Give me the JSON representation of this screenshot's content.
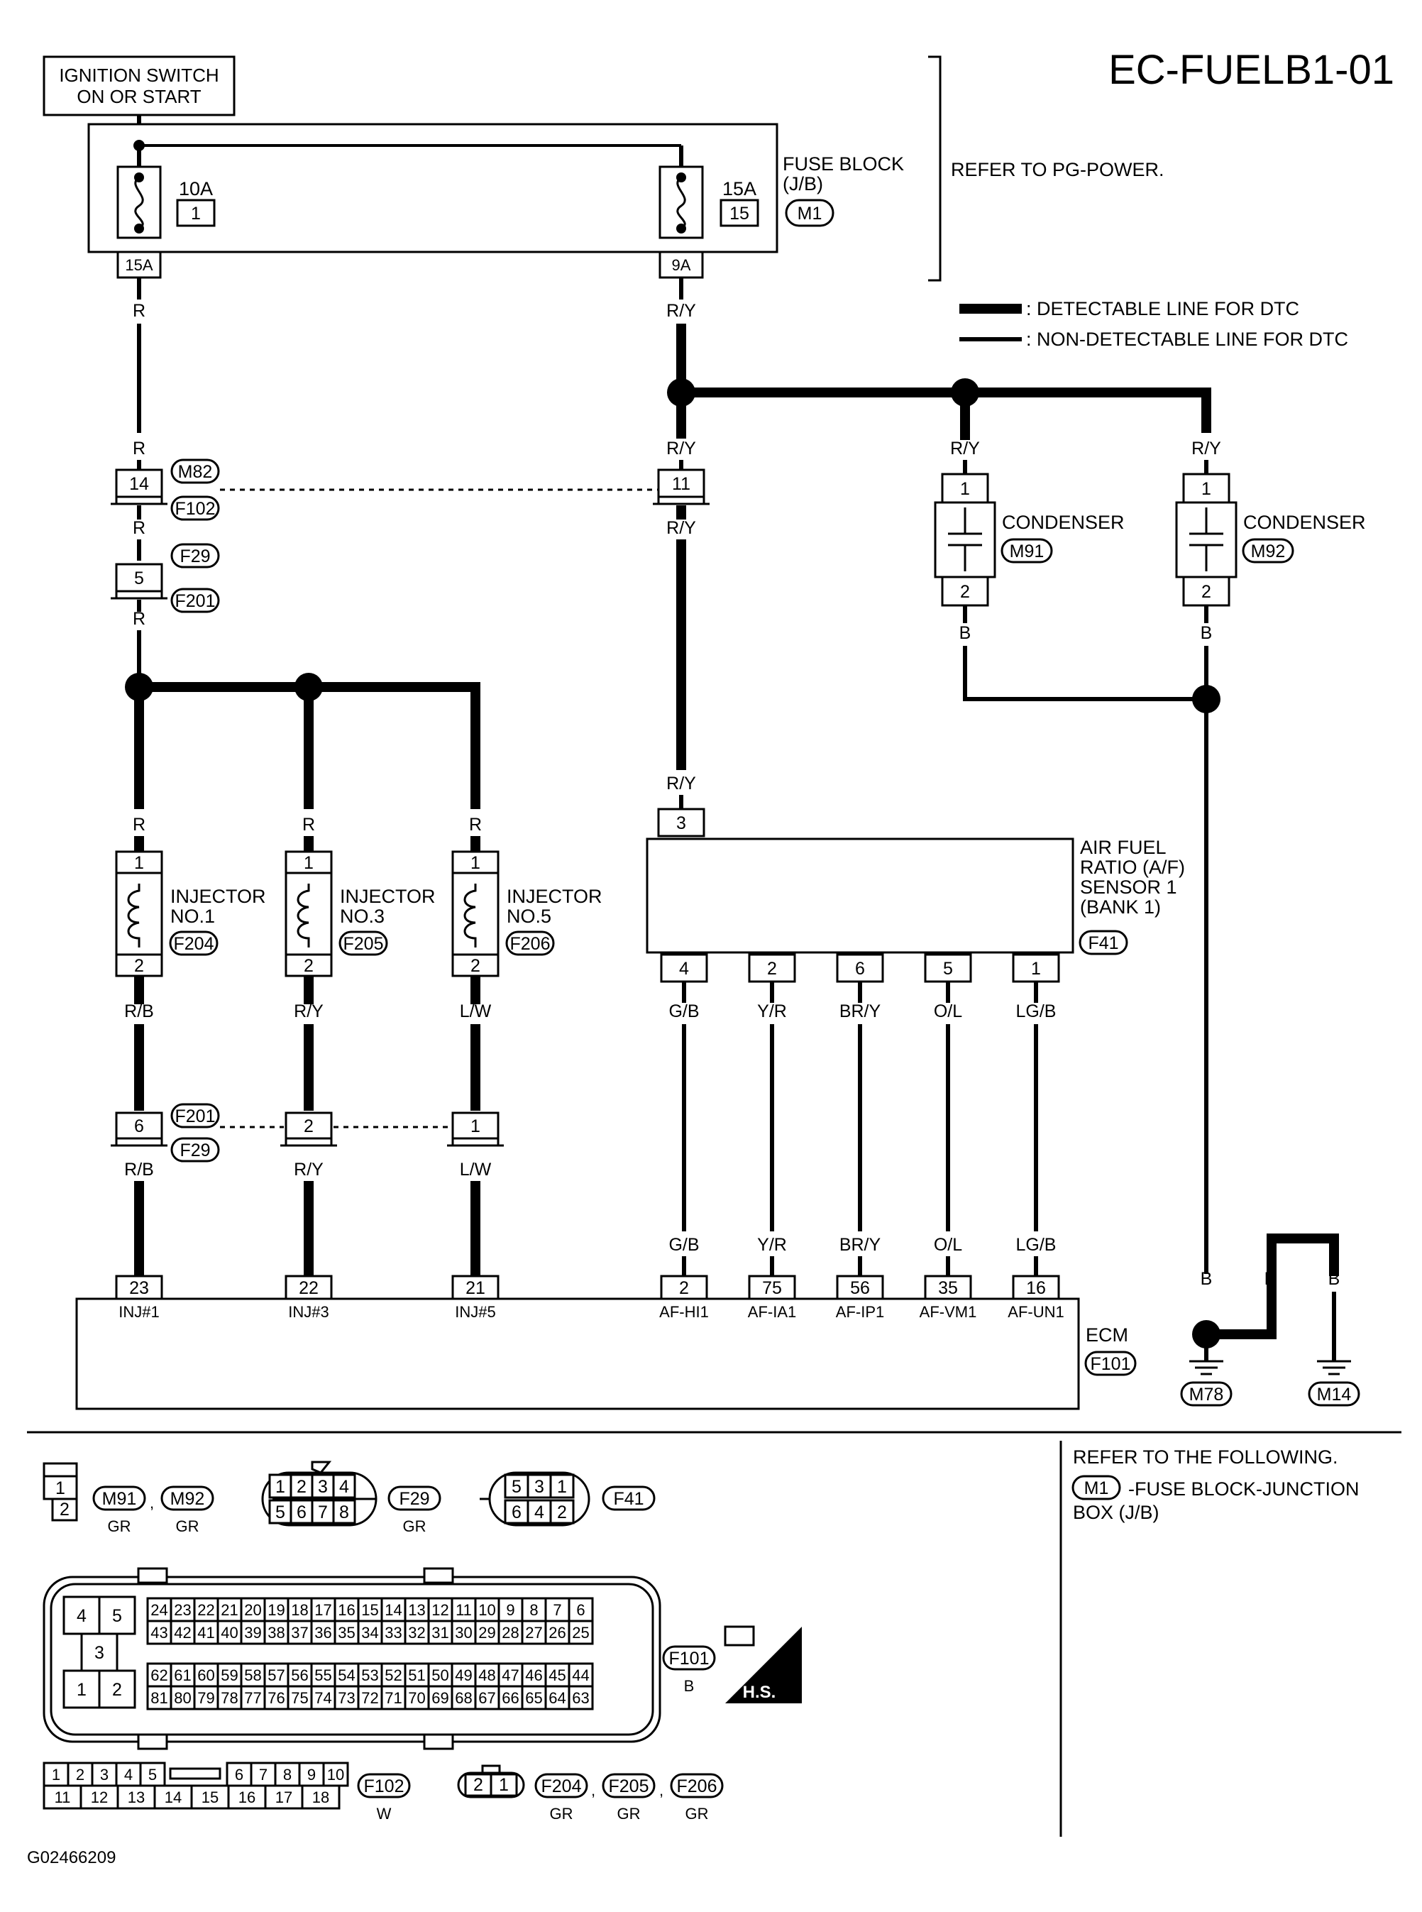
{
  "title": "EC-FUELB1-01",
  "figure_id": "G02466209",
  "ignition_switch": {
    "line1": "IGNITION SWITCH",
    "line2": "ON OR START"
  },
  "fuse_block": {
    "label_line1": "FUSE BLOCK",
    "label_line2": "(J/B)",
    "connector": "M1",
    "fuse_left": {
      "rating": "10A",
      "number": "1",
      "terminal": "15A"
    },
    "fuse_right": {
      "rating": "15A",
      "number": "15",
      "terminal": "9A"
    }
  },
  "refer_pg": "REFER TO PG-POWER.",
  "legend": {
    "detectable": ": DETECTABLE LINE FOR DTC",
    "non_detectable": ": NON-DETECTABLE LINE FOR DTC"
  },
  "wires": {
    "r": "R",
    "ry": "R/Y",
    "rb": "R/B",
    "lw": "L/W",
    "b": "B",
    "gb": "G/B",
    "yr": "Y/R",
    "bry": "BR/Y",
    "ol": "O/L",
    "lgb": "LG/B"
  },
  "connectors": {
    "m82": "M82",
    "f102": "F102",
    "f29": "F29",
    "f201": "F201",
    "pin14": "14",
    "pin11": "11",
    "pin5": "5",
    "pin6": "6",
    "pin2": "2",
    "pin1": "1"
  },
  "condensers": [
    {
      "label": "CONDENSER",
      "connector": "M91",
      "pin_top": "1",
      "pin_bottom": "2"
    },
    {
      "label": "CONDENSER",
      "connector": "M92",
      "pin_top": "1",
      "pin_bottom": "2"
    }
  ],
  "injectors": [
    {
      "line1": "INJECTOR",
      "line2": "NO.1",
      "connector": "F204",
      "pin_top": "1",
      "pin_bottom": "2"
    },
    {
      "line1": "INJECTOR",
      "line2": "NO.3",
      "connector": "F205",
      "pin_top": "1",
      "pin_bottom": "2"
    },
    {
      "line1": "INJECTOR",
      "line2": "NO.5",
      "connector": "F206",
      "pin_top": "1",
      "pin_bottom": "2"
    }
  ],
  "af_sensor": {
    "line1": "AIR FUEL",
    "line2": "RATIO (A/F)",
    "line3": "SENSOR 1",
    "line4": "(BANK 1)",
    "connector": "F41",
    "pin_top": "3",
    "pins": [
      "4",
      "2",
      "6",
      "5",
      "1"
    ]
  },
  "ecm": {
    "label": "ECM",
    "connector": "F101",
    "pins": [
      "23",
      "22",
      "21",
      "2",
      "75",
      "56",
      "35",
      "16"
    ],
    "names": [
      "INJ#1",
      "INJ#3",
      "INJ#5",
      "AF-HI1",
      "AF-IA1",
      "AF-IP1",
      "AF-VM1",
      "AF-UN1"
    ]
  },
  "grounds": [
    "M78",
    "M14"
  ],
  "refer_following": {
    "line1": "REFER TO THE FOLLOWING.",
    "connector": "M1",
    "text1": "-FUSE BLOCK-JUNCTION",
    "text2": "BOX (J/B)"
  },
  "connector_views": {
    "condenser_pins": [
      "1",
      "2"
    ],
    "m91": "M91",
    "m92": "M92",
    "color_gr": "GR",
    "sep": ",",
    "f29_pins": [
      "1",
      "2",
      "3",
      "4",
      "5",
      "6",
      "7",
      "8"
    ],
    "f29": "F29",
    "f41_pins": [
      "5",
      "3",
      "1",
      "6",
      "4",
      "2"
    ],
    "f41": "F41",
    "ecm_big_pins": [
      "4",
      "5",
      "3",
      "1",
      "2"
    ],
    "ecm_row1": [
      "24",
      "23",
      "22",
      "21",
      "20",
      "19",
      "18",
      "17",
      "16",
      "15",
      "14",
      "13",
      "12",
      "11",
      "10",
      "9",
      "8",
      "7",
      "6"
    ],
    "ecm_row2": [
      "43",
      "42",
      "41",
      "40",
      "39",
      "38",
      "37",
      "36",
      "35",
      "34",
      "33",
      "32",
      "31",
      "30",
      "29",
      "28",
      "27",
      "26",
      "25"
    ],
    "ecm_row3": [
      "62",
      "61",
      "60",
      "59",
      "58",
      "57",
      "56",
      "55",
      "54",
      "53",
      "52",
      "51",
      "50",
      "49",
      "48",
      "47",
      "46",
      "45",
      "44"
    ],
    "ecm_row4": [
      "81",
      "80",
      "79",
      "78",
      "77",
      "76",
      "75",
      "74",
      "73",
      "72",
      "71",
      "70",
      "69",
      "68",
      "67",
      "66",
      "65",
      "64",
      "63"
    ],
    "f101": "F101",
    "color_b": "B",
    "hs": "H.S.",
    "f102_row1": [
      "1",
      "2",
      "3",
      "4",
      "5",
      "6",
      "7",
      "8",
      "9",
      "10"
    ],
    "f102_row2": [
      "11",
      "12",
      "13",
      "14",
      "15",
      "16",
      "17",
      "18"
    ],
    "f102": "F102",
    "color_w": "W",
    "inj_pins": [
      "2",
      "1"
    ],
    "f204": "F204",
    "f205": "F205",
    "f206": "F206"
  }
}
